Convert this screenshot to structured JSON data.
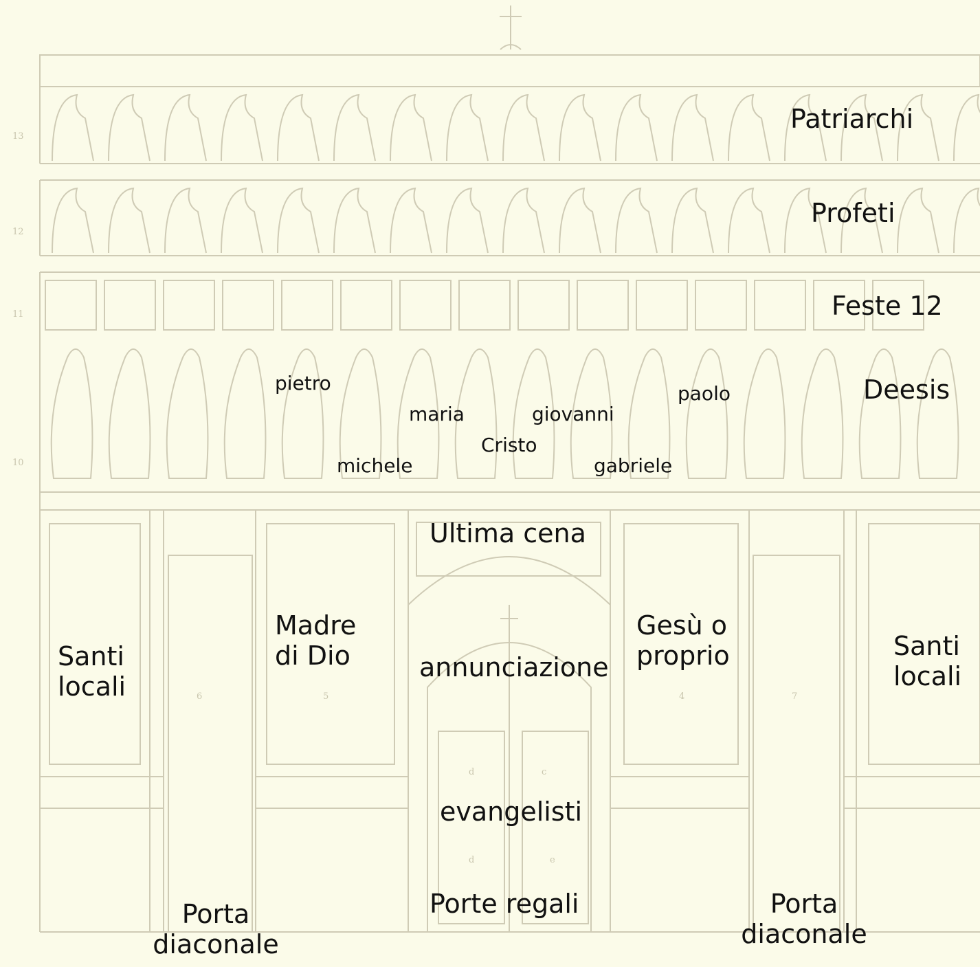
{
  "tiers": {
    "patriarchs": "Patriarchi",
    "prophets": "Profeti",
    "feasts": "Feste 12",
    "deesis": "Deesis"
  },
  "deesis_figures": {
    "peter": "pietro",
    "paul": "paolo",
    "mary": "maria",
    "john": "giovanni",
    "christ": "Cristo",
    "michael": "michele",
    "gabriel": "gabriele"
  },
  "lower_tier": {
    "last_supper": "Ultima cena",
    "mother_of_god": "Madre di Dio",
    "annunciation": "annunciazione",
    "jesus": "Gesù o proprio",
    "local_saints_left": "Santi locali",
    "local_saints_right": "Santi locali",
    "evangelists": "evangelisti",
    "royal_doors": "Porte regali",
    "deacon_door_left": "Porta diaconale",
    "deacon_door_right": "Porta diaconale"
  },
  "faint_marks": {
    "tier_13": "13",
    "tier_12": "12",
    "tier_11": "11",
    "tier_10": "10",
    "panel_6": "6",
    "panel_5": "5",
    "panel_4": "4",
    "panel_7": "7",
    "door_d1": "d",
    "door_c": "c",
    "door_d2": "d",
    "door_e": "e"
  },
  "colors": {
    "background": "#fbfbe9",
    "line": "#cfcbb5",
    "text": "#111111"
  }
}
